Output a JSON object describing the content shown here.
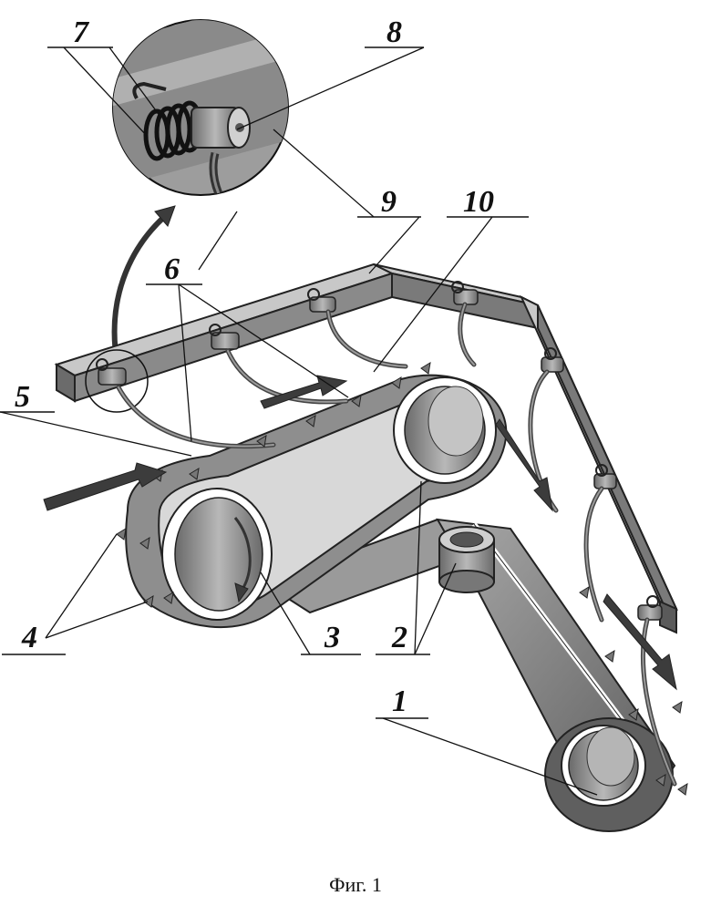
{
  "figure": {
    "caption": "Фиг. 1",
    "labels": {
      "l1": "1",
      "l2": "2",
      "l3": "3",
      "l4": "4",
      "l5": "5",
      "l6": "6",
      "l7": "7",
      "l8": "8",
      "l9": "9",
      "l10": "10"
    }
  }
}
